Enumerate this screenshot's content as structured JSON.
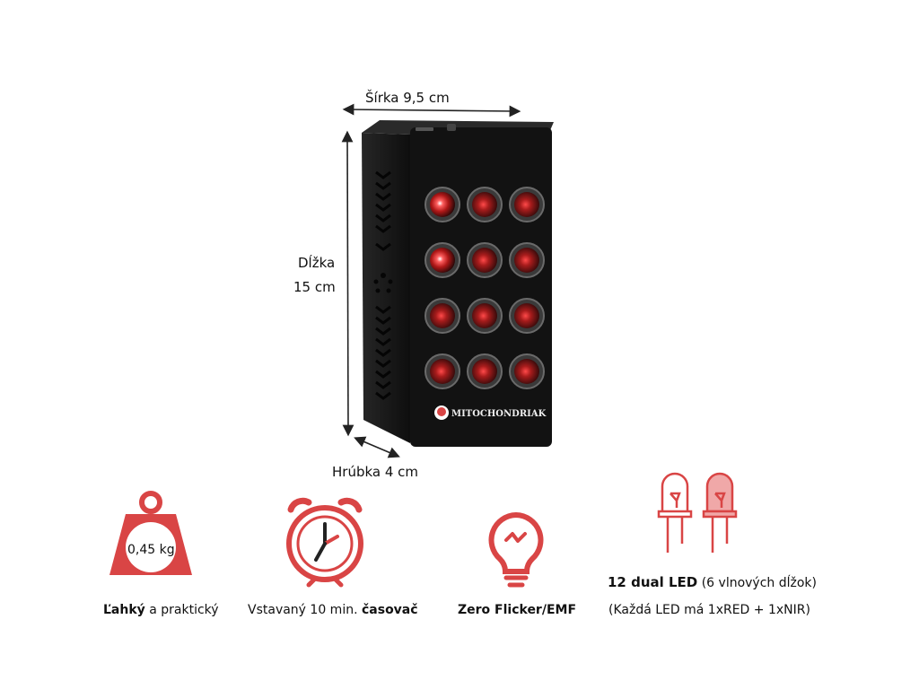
{
  "dimensions": {
    "width_label": "Šírka 9,5 cm",
    "length_label_line1": "Dĺžka",
    "length_label_line2": "15 cm",
    "thickness_label": "Hrúbka 4 cm"
  },
  "device": {
    "brand": "MITOCHONDRIAK",
    "led_count": 12,
    "led_rows": 4,
    "led_cols": 3
  },
  "features": {
    "weight": {
      "badge": "0,45 kg",
      "caption_bold": "Ľahký",
      "caption_rest": "a praktický",
      "icon": "weight-icon"
    },
    "timer": {
      "caption_rest": "Vstavaný 10 min.",
      "caption_bold": "časovač",
      "icon": "stopwatch-icon"
    },
    "flicker": {
      "caption_bold": "Zero Flicker/EMF",
      "icon": "bulb-icon"
    },
    "leds": {
      "caption_bold": "12 dual LED",
      "caption_rest": "(6 vlnových dĺžok)",
      "subcaption": "(Každá LED má 1xRED + 1xNIR)",
      "icon": "led-icon"
    }
  },
  "colors": {
    "accent": "#d94545",
    "device_body": "#141414",
    "led_glow": "#ff3030"
  }
}
